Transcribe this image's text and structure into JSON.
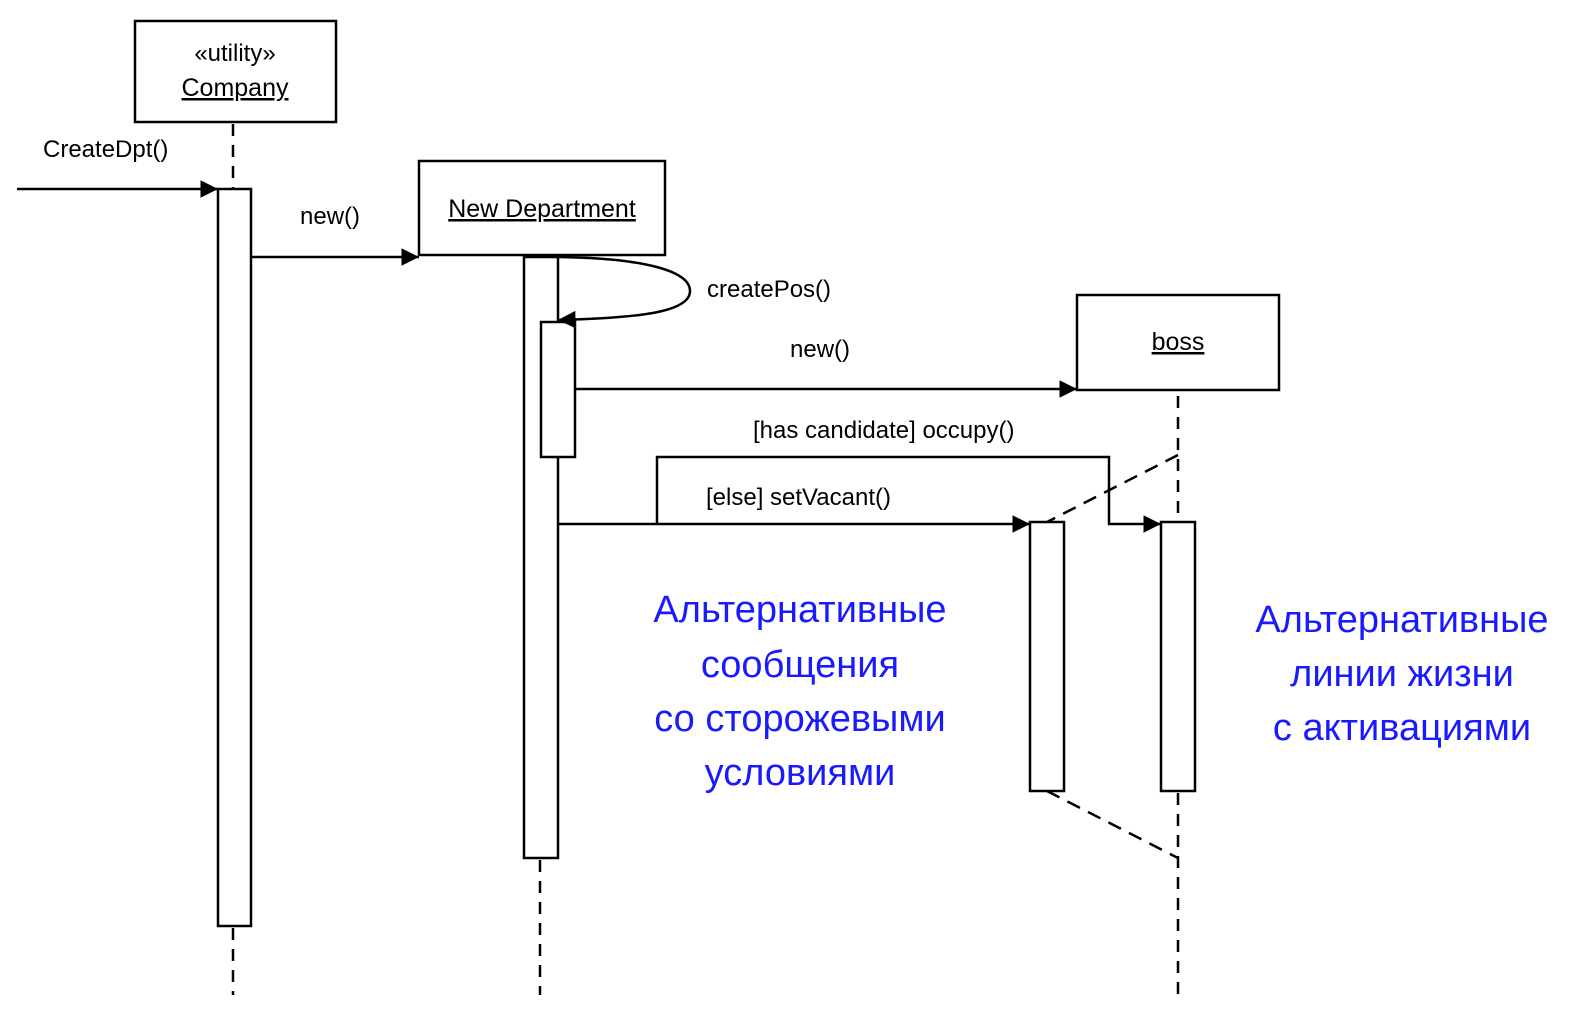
{
  "objects": {
    "company": {
      "stereotype": "«utility»",
      "name": "Company"
    },
    "department": {
      "name": "New Department"
    },
    "boss": {
      "name": "boss"
    }
  },
  "messages": {
    "create_dpt": "CreateDpt()",
    "new_department": "new()",
    "create_pos": "createPos()",
    "new_boss": "new()",
    "occupy": "[has candidate] occupy()",
    "set_vacant": "[else] setVacant()"
  },
  "notes": {
    "alt_messages": [
      "Альтернативные",
      "сообщения",
      "со сторожевыми",
      "условиями"
    ],
    "alt_lifelines": [
      "Альтернативные",
      "линии жизни",
      "с активациями"
    ]
  },
  "colors": {
    "note_text": "#1a1aff",
    "line": "#000000"
  }
}
